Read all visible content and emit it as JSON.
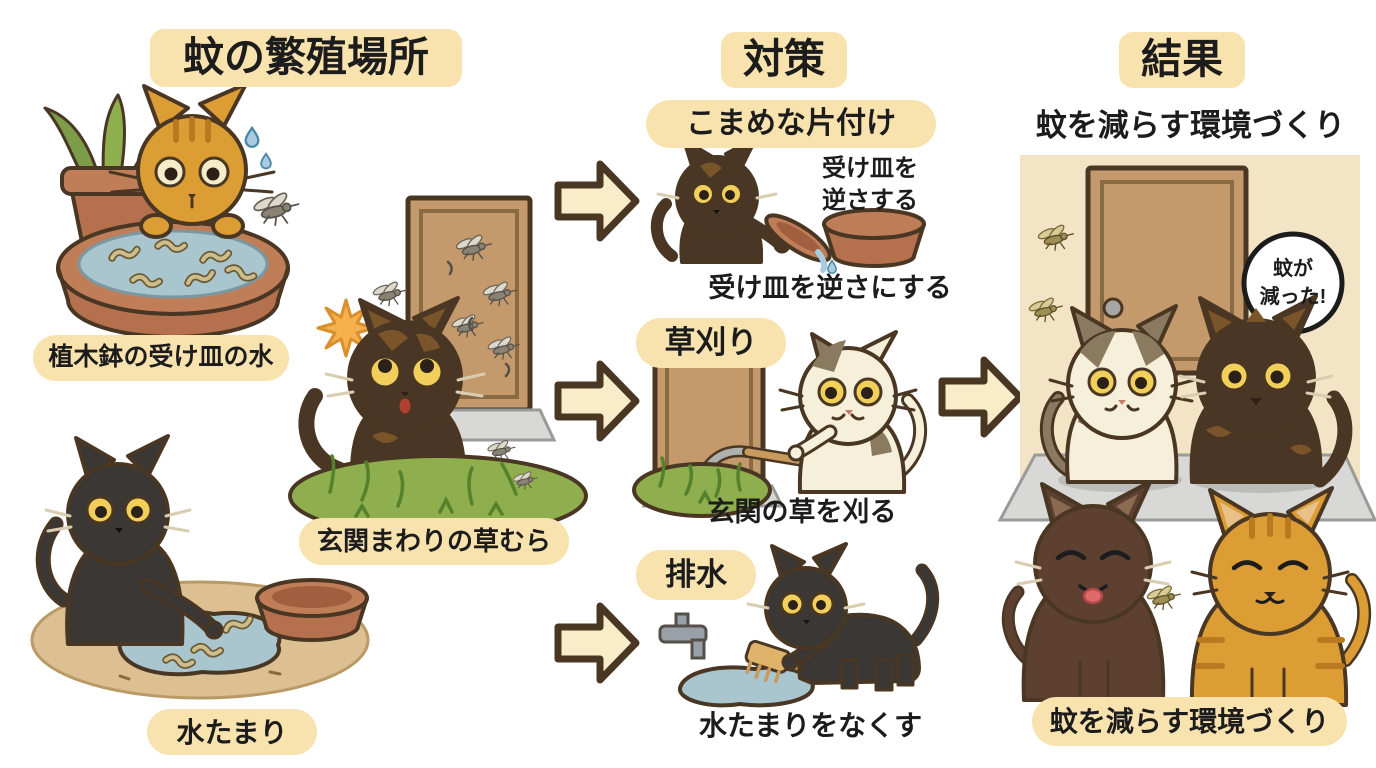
{
  "colors": {
    "badge": "#f8e3ae",
    "arrow-fill": "#f9edc9",
    "outline": "#4a3723",
    "door": "#c49a6c",
    "door-inner": "#8a6a42",
    "grass": "#8fae4e",
    "grass-dark": "#55812c",
    "water": "#a9c6cf",
    "terracotta": "#b5714e",
    "terracotta-light": "#c07e58",
    "terracotta-dark": "#a05f3e",
    "panel": "#f4e4c6",
    "step": "#d8d8d6",
    "cat-orange": "#dd9d35",
    "cat-orange-stripe": "#b97a1f",
    "cat-dark": "#4a3625",
    "cat-dark-patch": "#7a5529",
    "cat-black": "#3b3734",
    "cat-cream": "#f6efda",
    "cat-cream-patch": "#8a7a5f",
    "cat-brown": "#5d4030",
    "eye-yellow": "#f2cf5a",
    "text": "#1c1c1c"
  },
  "breeding": {
    "title": "蚊の繁殖場所",
    "spots": [
      {
        "label": "植木鉢の受け皿の水",
        "illustration": "cat-looking-at-larvae-in-plant-saucer"
      },
      {
        "label": "玄関まわりの草むら",
        "illustration": "cat-in-grass-by-door-with-mosquitoes"
      },
      {
        "label": "水たまり",
        "illustration": "cat-touching-puddle-with-larvae"
      }
    ]
  },
  "measures": {
    "title": "対策",
    "items": [
      {
        "heading": "こまめな片付け",
        "note": "受け皿を\n逆さする",
        "caption": "受け皿を逆さにする",
        "illustration": "cat-emptying-saucer"
      },
      {
        "heading": "草刈り",
        "caption": "玄関の草を刈る",
        "illustration": "cat-mowing-grass-with-scythe"
      },
      {
        "heading": "排水",
        "caption": "水たまりをなくす",
        "illustration": "cat-draining-puddle-with-brush"
      }
    ]
  },
  "results": {
    "title": "結果",
    "subtitle": "蚊を減らす環境づくり",
    "speech_bubble": "蚊が\n減った!",
    "caption": "蚊を減らす環境づくり",
    "illustration": "four-happy-cats-at-entrance"
  }
}
